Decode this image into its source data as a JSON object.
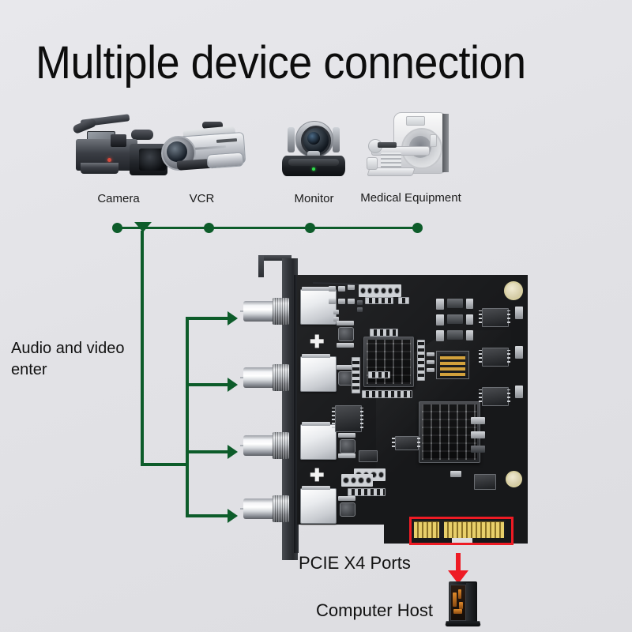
{
  "page": {
    "title": "Multiple device connection",
    "background_color": "#e3e3e7",
    "accent_green": "#0d5c2a",
    "accent_red": "#ee1b24"
  },
  "devices": [
    {
      "label": "Camera",
      "icon": "professional-camcorder-icon"
    },
    {
      "label": "VCR",
      "icon": "handheld-camcorder-icon"
    },
    {
      "label": "Monitor",
      "icon": "ptz-conference-camera-icon"
    },
    {
      "label": "Medical Equipment",
      "icon": "ct-scanner-icon"
    }
  ],
  "annotations": {
    "input_label": "Audio and video enter",
    "pcie_label": "PCIE X4 Ports",
    "host_label": "Computer Host"
  },
  "card": {
    "name": "pcie-capture-card",
    "bnc_port_count": 4,
    "edge_connector": "gold-pcie-x4-fingers"
  }
}
